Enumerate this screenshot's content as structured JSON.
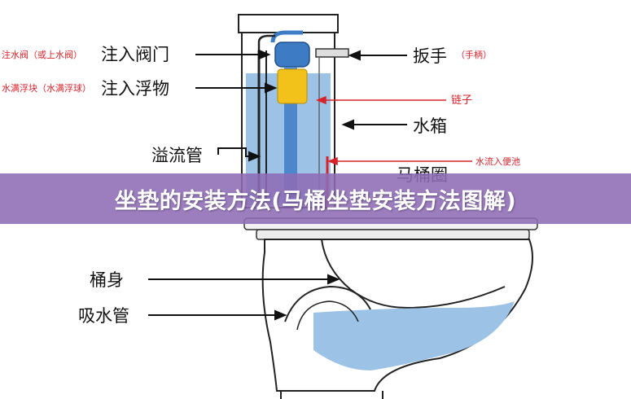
{
  "labels": {
    "fill_valve_red": "注水阀（或上水阀）",
    "fill_valve": "注入阀门",
    "float_red": "水满浮块（水满浮球）",
    "float": "注入浮物",
    "overflow_tube": "溢流管",
    "handle": "扳手",
    "handle_red": "（手柄）",
    "chain_red": "链子",
    "tank": "水箱",
    "flush_red": "水流入便池",
    "seat_ring": "马桶圈",
    "bowl": "桶身",
    "siphon": "吸水管"
  },
  "banner": {
    "title": "坐垫的安装方法(马桶坐垫安装方法图解)"
  },
  "colors": {
    "water": "#9cc3e6",
    "pipe": "#3d7cc4",
    "float": "#f2c21b",
    "red_label": "#d9232a",
    "banner": "#8e6cb6"
  }
}
